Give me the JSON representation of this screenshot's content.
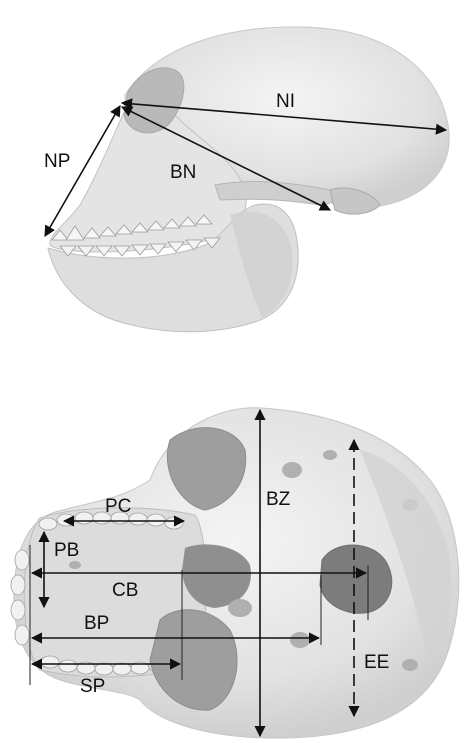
{
  "lateral_view": {
    "labels": {
      "ni": "NI",
      "np": "NP",
      "bn": "BN"
    }
  },
  "basal_view": {
    "labels": {
      "pc": "PC",
      "pb": "PB",
      "cb": "CB",
      "bz": "BZ",
      "bp": "BP",
      "sp": "SP",
      "ee": "EE"
    }
  },
  "colors": {
    "bone_light": "#ececec",
    "bone_mid": "#d6d6d6",
    "bone_dark": "#a9a9a9",
    "shadow": "#8c8c8c",
    "line": "#111111"
  }
}
